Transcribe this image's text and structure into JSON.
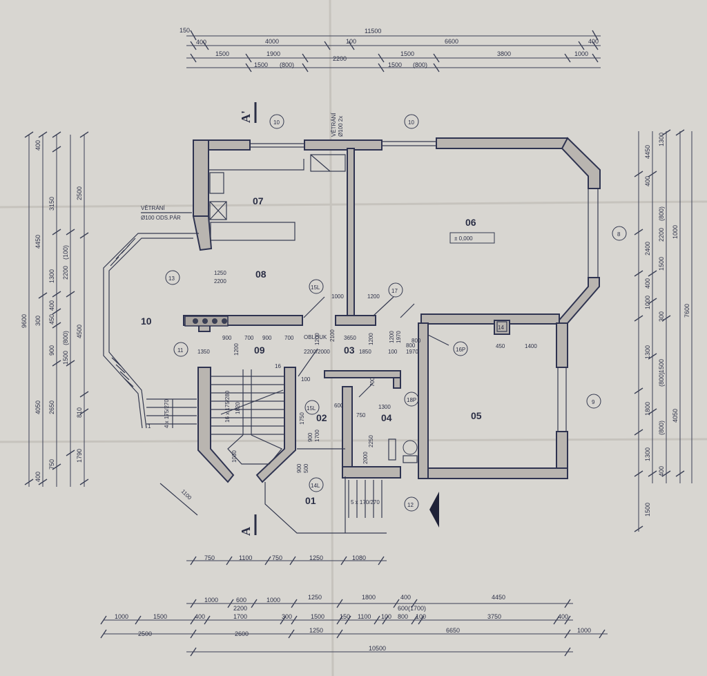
{
  "rooms": [
    {
      "id": "r01",
      "label": "01"
    },
    {
      "id": "r02",
      "label": "02"
    },
    {
      "id": "r03",
      "label": "03"
    },
    {
      "id": "r04",
      "label": "04"
    },
    {
      "id": "r05",
      "label": "05"
    },
    {
      "id": "r06",
      "label": "06"
    },
    {
      "id": "r07",
      "label": "07"
    },
    {
      "id": "r08",
      "label": "08"
    },
    {
      "id": "r09",
      "label": "09"
    },
    {
      "id": "r10",
      "label": "10"
    }
  ],
  "level_label": "± 0,000",
  "notes": {
    "ventilation_left": "VĚTRÁNÍ",
    "ventilation_left_2": "Ø100 ODS.PÁR",
    "ventilation_top": "VĚTRÁNÍ",
    "ventilation_top_2": "Ø100 2x",
    "arch": "OBLOUK",
    "arch_dims": "2200/2000"
  },
  "section_marks": {
    "top": "A'",
    "bottom": "A"
  },
  "stairs": {
    "main": "16 x 175/280",
    "entry_left": "4 x 175/270",
    "entry_bottom": "5 x 170/270",
    "main_top_num": "16",
    "main_bottom_num": "1"
  },
  "door_marks": [
    "13",
    "15L",
    "17",
    "16P",
    "18P",
    "11",
    "14L",
    "14",
    "15L"
  ],
  "grid_marks": [
    "10",
    "10",
    "8",
    "9",
    "12"
  ],
  "top_dims": {
    "total": "11500",
    "row1": [
      "150",
      "400",
      "4000",
      "100",
      "6600",
      "400"
    ],
    "row2": [
      "1500",
      "1900",
      "2200",
      "1500",
      "3800",
      "1000"
    ],
    "row3": [
      "1500",
      "(800)",
      "1500",
      "(800)"
    ]
  },
  "bottom_dims": {
    "row1": [
      "750",
      "1100",
      "750",
      "1250",
      "1080"
    ],
    "row2": [
      "1000",
      "600",
      "1000",
      "1250",
      "1800",
      "400",
      "4450"
    ],
    "row2b": [
      "2200",
      "600(1700)"
    ],
    "row3": [
      "1000",
      "1500",
      "400",
      "1700",
      "300",
      "1500",
      "150",
      "1100",
      "100",
      "800",
      "100",
      "3750",
      "400"
    ],
    "row4": [
      "2500",
      "2600",
      "1250",
      "6650",
      "1000"
    ],
    "total": "10500"
  },
  "left_dims": [
    "9600",
    "4450",
    "3150",
    "2500",
    "400",
    "1300",
    "2200",
    "(100)",
    "400",
    "300",
    "450",
    "4500",
    "900",
    "1500",
    "(800)",
    "4050",
    "2650",
    "810",
    "1790",
    "750",
    "400"
  ],
  "right_dims": [
    "7600",
    "4450",
    "1000",
    "400",
    "2400",
    "(800)",
    "2200",
    "1500",
    "400",
    "1000",
    "300",
    "1300",
    "(800)",
    "1800",
    "4050",
    "1300",
    "(800)",
    "1500",
    "400",
    "1300",
    "1500"
  ],
  "inner_dims": [
    "1250",
    "2200",
    "1000",
    "1200",
    "1200",
    "1970",
    "800",
    "1970",
    "3650",
    "1200",
    "1850",
    "100",
    "900",
    "1200",
    "900",
    "700",
    "700",
    "1200",
    "1350",
    "700",
    "100",
    "800",
    "2100",
    "450",
    "1400",
    "1820",
    "1750",
    "1030",
    "900",
    "1700",
    "900",
    "500",
    "600",
    "1300",
    "750",
    "2250",
    "2000",
    "1100"
  ]
}
